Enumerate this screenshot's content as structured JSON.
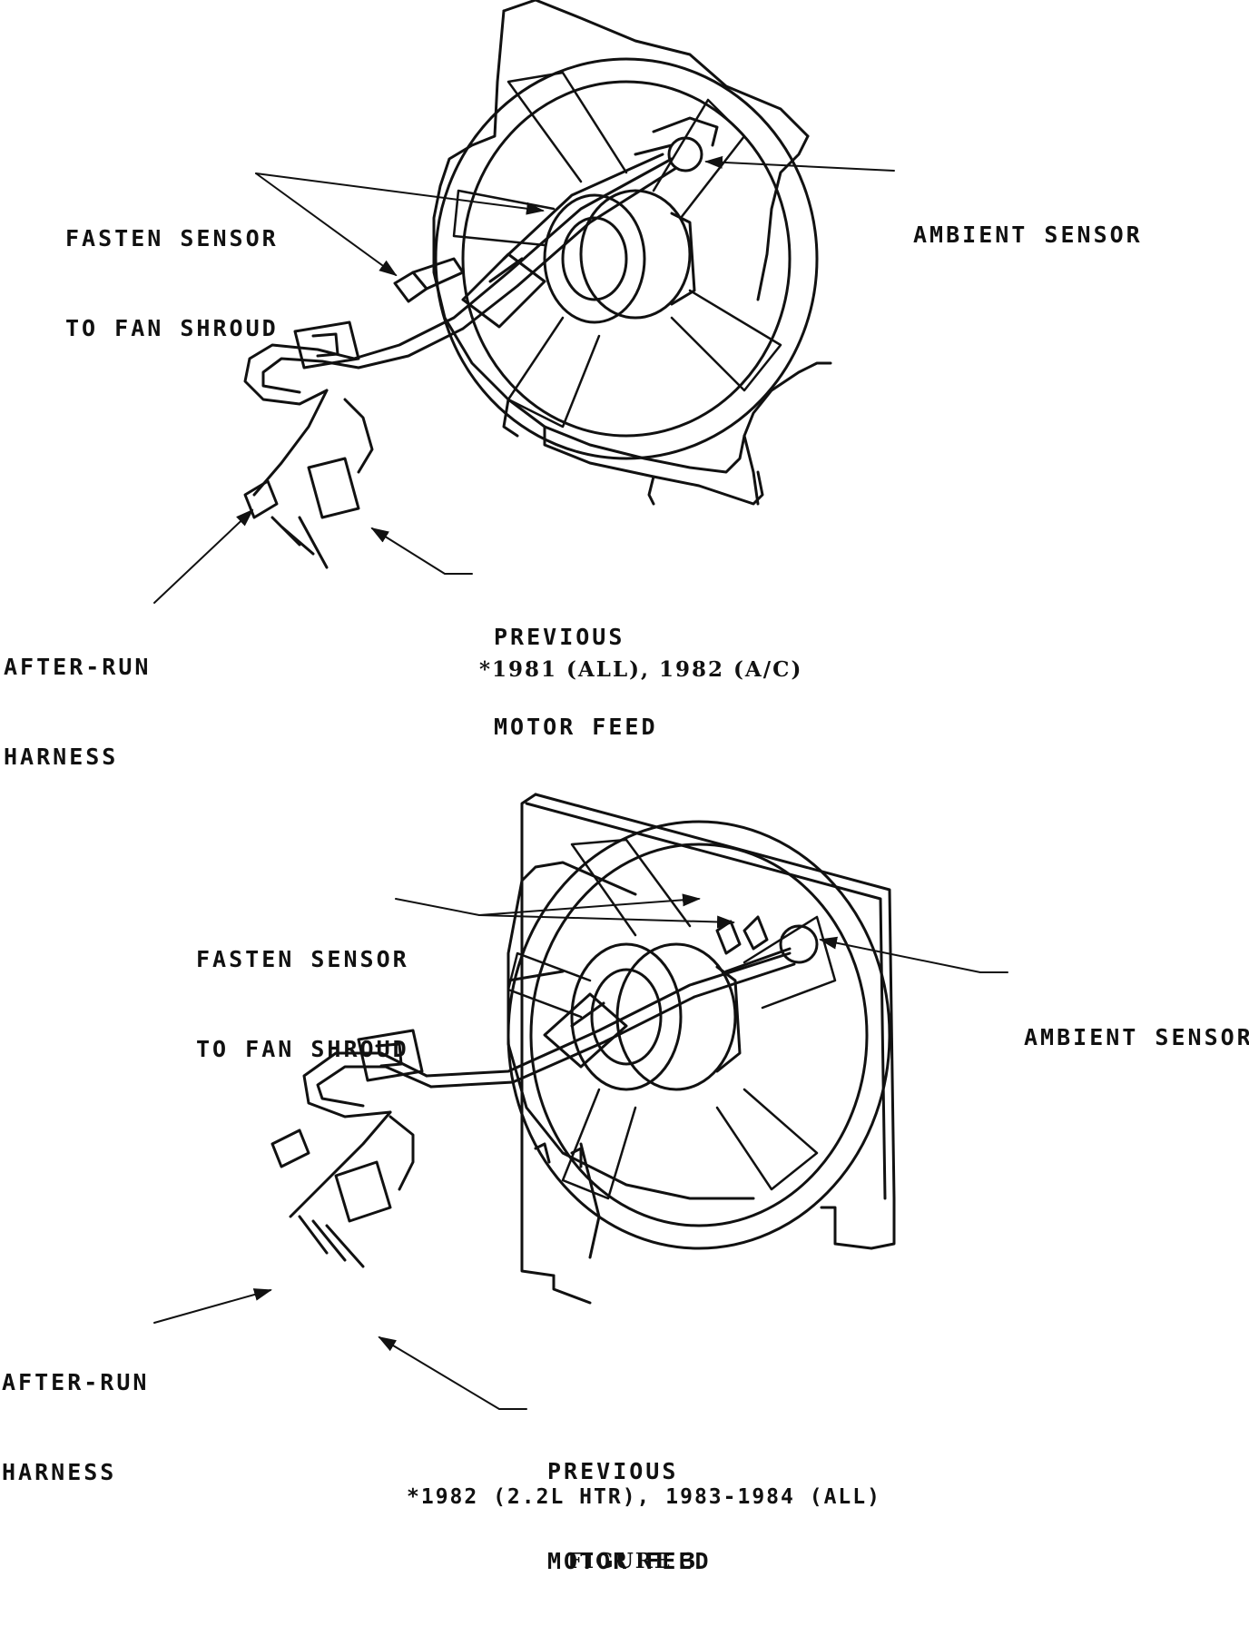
{
  "top_panel": {
    "fasten_sensor": [
      "FASTEN SENSOR",
      "TO FAN SHROUD"
    ],
    "ambient_sensor": "AMBIENT SENSOR",
    "after_run_harness": [
      "AFTER-RUN",
      "HARNESS"
    ],
    "previous_motor_feed": [
      "PREVIOUS",
      "MOTOR FEED"
    ],
    "caption": "*1981 (ALL), 1982 (A/C)"
  },
  "bottom_panel": {
    "fasten_sensor": [
      "FASTEN SENSOR",
      "TO FAN SHROUD"
    ],
    "ambient_sensor": "AMBIENT SENSOR",
    "after_run_harness": [
      "AFTER-RUN",
      "HARNESS"
    ],
    "previous_motor_feed": [
      "PREVIOUS",
      "MOTOR FEED"
    ],
    "caption": "*1982 (2.2L HTR), 1983-1984 (ALL)"
  },
  "figure_title": "FIGURE 3"
}
